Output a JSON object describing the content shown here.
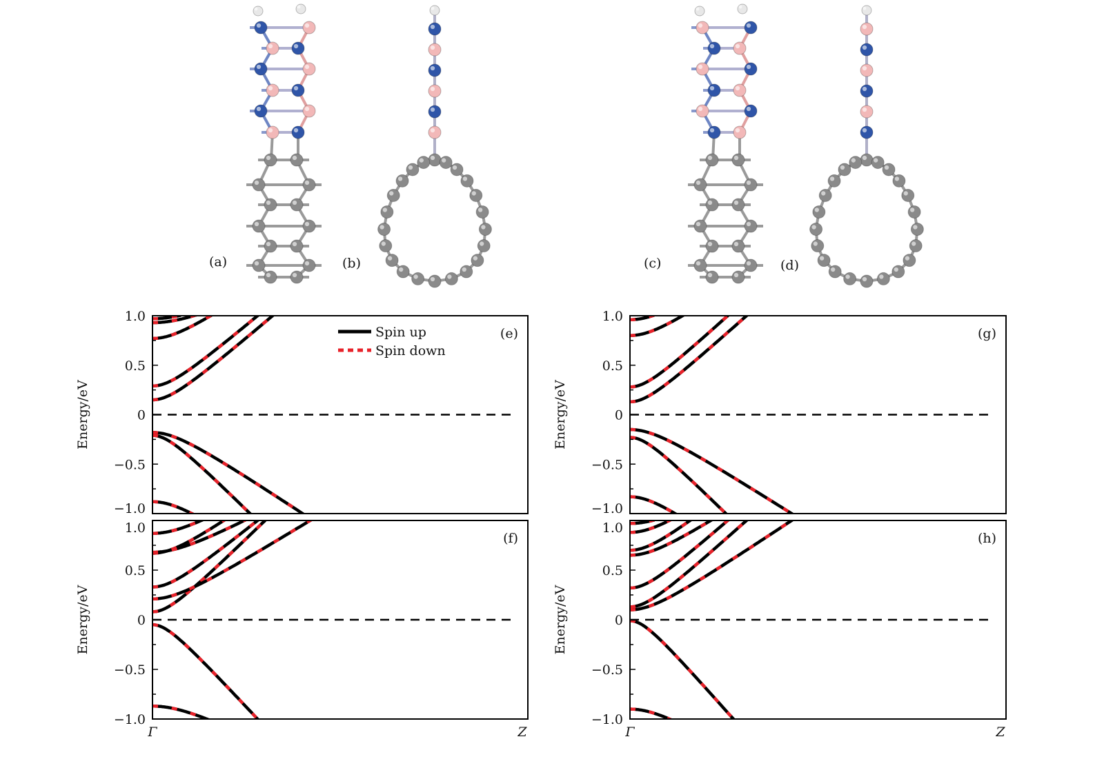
{
  "structure_labels": [
    "(a)",
    "(b)",
    "(c)",
    "(d)"
  ],
  "legend": {
    "spin_up": "Spin up",
    "spin_down": "Spin down"
  },
  "colors": {
    "spin_up": "#000000",
    "spin_down": "#e8222a",
    "nitrogen": "#2f55a8",
    "boron": "#f2b8b8",
    "carbon": "#8a8a8a",
    "hydrogen": "#e8e8e8"
  },
  "chart_data": [
    {
      "panel": "e",
      "label": "(e)",
      "type": "line",
      "ylabel": "Energy/eV",
      "ylim": [
        -1,
        1
      ],
      "yticks": [
        "1.0",
        "0.5",
        "0",
        "−0.5",
        "−1.0"
      ],
      "xticks": [],
      "fermi_level": 0,
      "legend": true,
      "series": [
        "Spin up",
        "Spin down"
      ],
      "conduction": [
        {
          "E0": 0.15,
          "k_end": 0.32
        },
        {
          "E0": 0.29,
          "k_end": 0.28
        },
        {
          "E0": 0.77,
          "k_end": 0.155
        },
        {
          "E0": 0.93,
          "k_end": 0.11
        },
        {
          "E0": 0.97,
          "k_end": 0.07
        }
      ],
      "valence": [
        {
          "E0": -0.18,
          "k_end": 0.4
        },
        {
          "E0": -0.21,
          "k_end": 0.26
        },
        {
          "E0": -0.88,
          "k_end": 0.105
        }
      ]
    },
    {
      "panel": "f",
      "label": "(f)",
      "type": "line",
      "ylabel": "Energy/eV",
      "ylim": [
        -1,
        1
      ],
      "yticks": [
        "1.0",
        "0.5",
        "0",
        "−0.5",
        "−1.0"
      ],
      "xticks": [
        "Γ",
        "Z"
      ],
      "fermi_level": 0,
      "legend": false,
      "series": [
        "Spin up",
        "Spin down"
      ],
      "conduction": [
        {
          "E0": 0.08,
          "k_end": 0.3
        },
        {
          "E0": 0.21,
          "k_end": 0.42
        },
        {
          "E0": 0.33,
          "k_end": 0.28
        },
        {
          "E0": 0.67,
          "k_end": 0.19
        },
        {
          "E0": 0.68,
          "k_end": 0.245
        },
        {
          "E0": 0.87,
          "k_end": 0.13
        }
      ],
      "valence": [
        {
          "E0": -0.05,
          "k_end": 0.28
        },
        {
          "E0": -0.87,
          "k_end": 0.145
        }
      ]
    },
    {
      "panel": "g",
      "label": "(g)",
      "type": "line",
      "ylabel": "Energy/eV",
      "ylim": [
        -1,
        1
      ],
      "yticks": [
        "1.0",
        "0.5",
        "0",
        "−0.5",
        "−1.0"
      ],
      "xticks": [],
      "fermi_level": 0,
      "legend": false,
      "series": [
        "Spin up",
        "Spin down"
      ],
      "conduction": [
        {
          "E0": 0.13,
          "k_end": 0.31
        },
        {
          "E0": 0.28,
          "k_end": 0.26
        },
        {
          "E0": 0.8,
          "k_end": 0.14
        },
        {
          "E0": 0.96,
          "k_end": 0.06
        }
      ],
      "valence": [
        {
          "E0": -0.15,
          "k_end": 0.43
        },
        {
          "E0": -0.23,
          "k_end": 0.255
        },
        {
          "E0": -0.83,
          "k_end": 0.12
        }
      ]
    },
    {
      "panel": "h",
      "label": "(h)",
      "type": "line",
      "ylabel": "Energy/eV",
      "ylim": [
        -1,
        1
      ],
      "yticks": [
        "1.0",
        "0.5",
        "0",
        "−0.5",
        "−1.0"
      ],
      "xticks": [
        "Γ",
        "Z"
      ],
      "fermi_level": 0,
      "legend": false,
      "series": [
        "Spin up",
        "Spin down"
      ],
      "conduction": [
        {
          "E0": 0.1,
          "k_end": 0.43
        },
        {
          "E0": 0.13,
          "k_end": 0.31
        },
        {
          "E0": 0.32,
          "k_end": 0.26
        },
        {
          "E0": 0.65,
          "k_end": 0.215
        },
        {
          "E0": 0.7,
          "k_end": 0.16
        },
        {
          "E0": 0.88,
          "k_end": 0.105
        },
        {
          "E0": 0.97,
          "k_end": 0.06
        }
      ],
      "valence": [
        {
          "E0": -0.01,
          "k_end": 0.275
        },
        {
          "E0": -0.9,
          "k_end": 0.105
        }
      ]
    }
  ]
}
